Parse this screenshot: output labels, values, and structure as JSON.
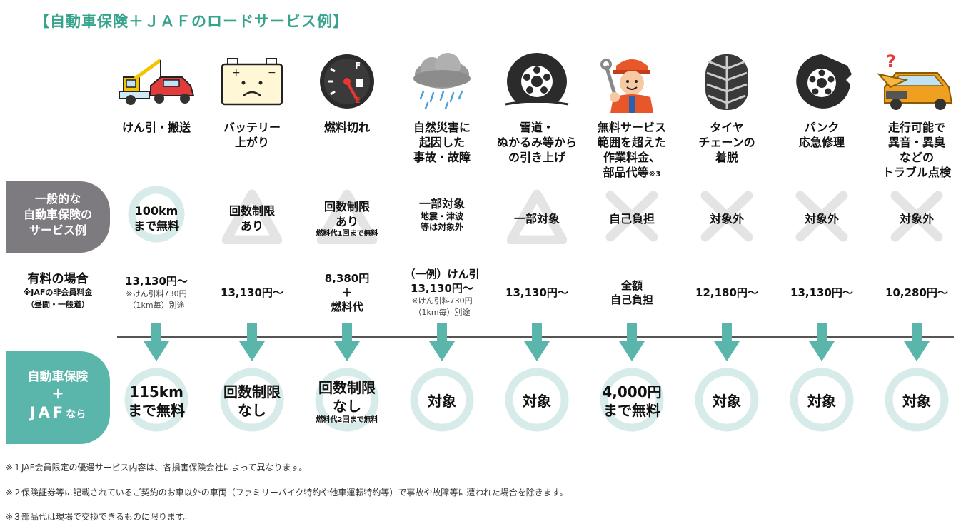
{
  "title": "【自動車保険＋ＪＡＦのロードサービス例】",
  "row_labels": {
    "insurance": [
      "一般的な",
      "自動車保険の",
      "サービス例"
    ],
    "paid_title": "有料の場合",
    "paid_note1": "※JAFの非会員料金",
    "paid_note2": "（昼間・一般道）",
    "jaf_line1": "自動車保険",
    "jaf_plus": "＋",
    "jaf_big": "JAF",
    "jaf_small": "なら"
  },
  "columns": [
    {
      "icon": "tow-truck-icon",
      "head": [
        "けん引・搬送"
      ],
      "ins": [
        "100km",
        "まで無料"
      ],
      "ins_mark": "circle",
      "paid": [
        "13,130円～"
      ],
      "paid_small": [
        "※けん引料730円",
        "（1km毎）別途"
      ],
      "res": [
        "115km",
        "まで無料"
      ],
      "res_sub": ""
    },
    {
      "icon": "dead-battery-icon",
      "head": [
        "バッテリー",
        "上がり"
      ],
      "ins": [
        "回数制限",
        "あり"
      ],
      "ins_mark": "triangle",
      "paid": [
        "13,130円～"
      ],
      "paid_small": [],
      "res": [
        "回数制限",
        "なし"
      ],
      "res_sub": ""
    },
    {
      "icon": "fuel-gauge-icon",
      "head": [
        "燃料切れ"
      ],
      "ins": [
        "回数制限",
        "あり"
      ],
      "ins_sub": "燃料代1回まで無料",
      "ins_mark": "triangle",
      "paid": [
        "8,380円",
        "＋",
        "燃料代"
      ],
      "paid_small": [],
      "res": [
        "回数制限",
        "なし"
      ],
      "res_sub": "燃料代2回まで無料"
    },
    {
      "icon": "storm-cloud-icon",
      "head": [
        "自然災害に",
        "起因した",
        "事故・故障"
      ],
      "ins": [
        "一部対象"
      ],
      "ins_paren": [
        "地震・津波",
        "等は対象外"
      ],
      "ins_mark": "none",
      "paid": [
        "（一例）けん引",
        "13,130円～"
      ],
      "paid_small": [
        "※けん引料730円",
        "（1km毎）別途"
      ],
      "res": [
        "対象"
      ],
      "res_sub": ""
    },
    {
      "icon": "stuck-tire-icon",
      "head": [
        "雪道・",
        "ぬかるみ等から",
        "の引き上げ"
      ],
      "ins": [
        "一部対象"
      ],
      "ins_mark": "triangle",
      "paid": [
        "13,130円～"
      ],
      "paid_small": [],
      "res": [
        "対象"
      ],
      "res_sub": ""
    },
    {
      "icon": "mechanic-icon",
      "head": [
        "無料サービス",
        "範囲を超えた",
        "作業料金、",
        "部品代等"
      ],
      "head_note": "※3",
      "ins": [
        "自己負担"
      ],
      "ins_mark": "cross",
      "paid": [
        "全額",
        "自己負担"
      ],
      "paid_small": [],
      "res": [
        "4,000円",
        "まで無料"
      ],
      "res_sub": ""
    },
    {
      "icon": "tire-chain-icon",
      "head": [
        "タイヤ",
        "チェーンの",
        "着脱"
      ],
      "ins": [
        "対象外"
      ],
      "ins_mark": "cross",
      "paid": [
        "12,180円～"
      ],
      "paid_small": [],
      "res": [
        "対象"
      ],
      "res_sub": ""
    },
    {
      "icon": "flat-tire-icon",
      "head": [
        "パンク",
        "応急修理"
      ],
      "ins": [
        "対象外"
      ],
      "ins_mark": "cross",
      "paid": [
        "13,130円～"
      ],
      "paid_small": [],
      "res": [
        "対象"
      ],
      "res_sub": ""
    },
    {
      "icon": "car-trouble-icon",
      "head": [
        "走行可能で",
        "異音・異臭",
        "などの",
        "トラブル点検"
      ],
      "ins": [
        "対象外"
      ],
      "ins_mark": "cross",
      "paid": [
        "10,280円～"
      ],
      "paid_small": [],
      "res": [
        "対象"
      ],
      "res_sub": ""
    }
  ],
  "footnotes": [
    "※１JAF会員限定の優遇サービス内容は、各損害保険会社によって異なります。",
    "※２保険証券等に記載されているご契約のお車以外の車両（ファミリーバイク特約や他車運転特約等）で事故や故障等に遭われた場合を除きます。",
    "※３部品代は現場で交換できるものに限ります。"
  ],
  "colors": {
    "teal": "#5ab5aa",
    "gray": "#7d7a80",
    "title": "#38a38c",
    "ring": "#d7ecea",
    "mark": "#e4e4e4"
  }
}
